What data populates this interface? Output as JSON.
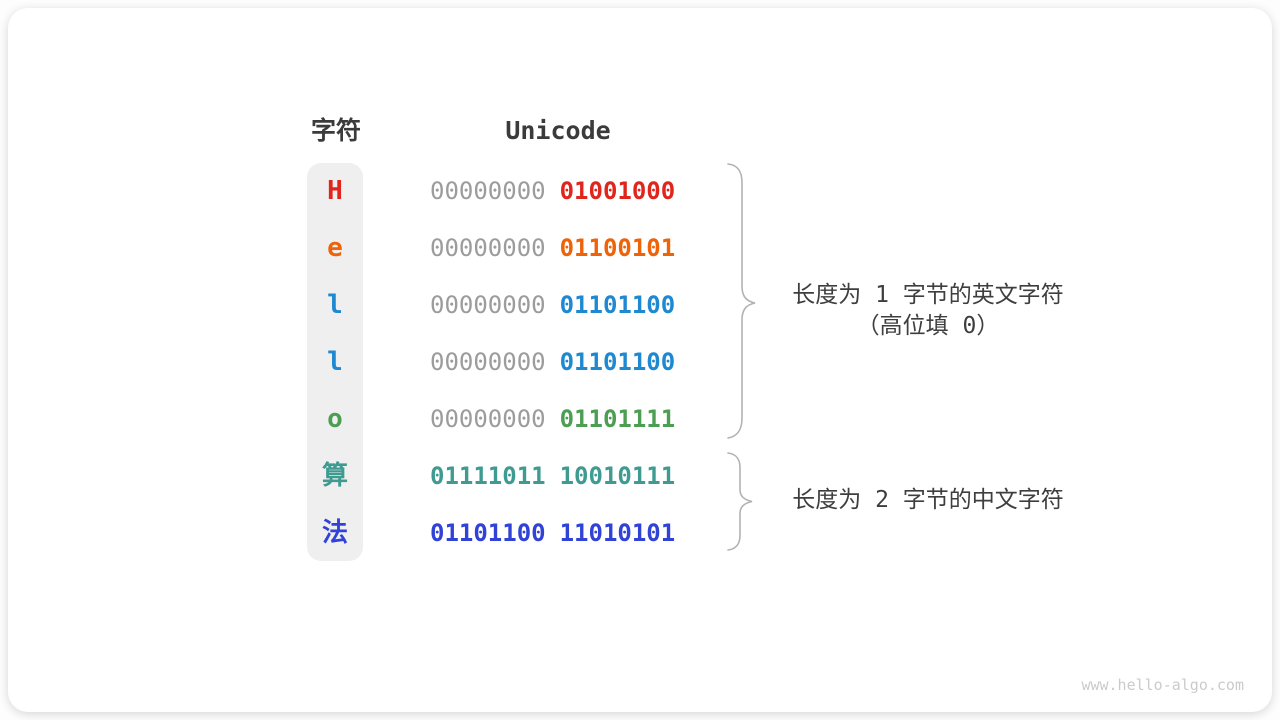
{
  "header": {
    "char_col": "字符",
    "unicode_col": "Unicode"
  },
  "rows": [
    {
      "char": "H",
      "char_color": "#e0251c",
      "high": "00000000",
      "high_color": "#9c9c9c",
      "low": "01001000",
      "low_color": "#e0251c"
    },
    {
      "char": "e",
      "char_color": "#ee6208",
      "high": "00000000",
      "high_color": "#9c9c9c",
      "low": "01100101",
      "low_color": "#ee6208"
    },
    {
      "char": "l",
      "char_color": "#1e88d0",
      "high": "00000000",
      "high_color": "#9c9c9c",
      "low": "01101100",
      "low_color": "#1e88d0"
    },
    {
      "char": "l",
      "char_color": "#1e88d0",
      "high": "00000000",
      "high_color": "#9c9c9c",
      "low": "01101100",
      "low_color": "#1e88d0"
    },
    {
      "char": "o",
      "char_color": "#4c9e52",
      "high": "00000000",
      "high_color": "#9c9c9c",
      "low": "01101111",
      "low_color": "#4c9e52"
    },
    {
      "char": "算",
      "char_color": "#3f9b92",
      "high": "01111011",
      "high_color": "#3f9b92",
      "low": "10010111",
      "low_color": "#3f9b92"
    },
    {
      "char": "法",
      "char_color": "#3142d6",
      "high": "01101100",
      "high_color": "#3142d6",
      "low": "11010101",
      "low_color": "#3142d6"
    }
  ],
  "annotations": {
    "one_byte": {
      "line1": "长度为 1 字节的英文字符",
      "line2": "（高位填 0）"
    },
    "two_byte": {
      "line1": "长度为 2 字节的中文字符"
    }
  },
  "watermark": "www.hello-algo.com",
  "colors": {
    "gray_bits": "#9c9c9c",
    "header_text": "#3b3b3b",
    "annotation_text": "#3e3e3e",
    "char_column_bg": "#efefef",
    "brace": "#b2b2b2"
  }
}
